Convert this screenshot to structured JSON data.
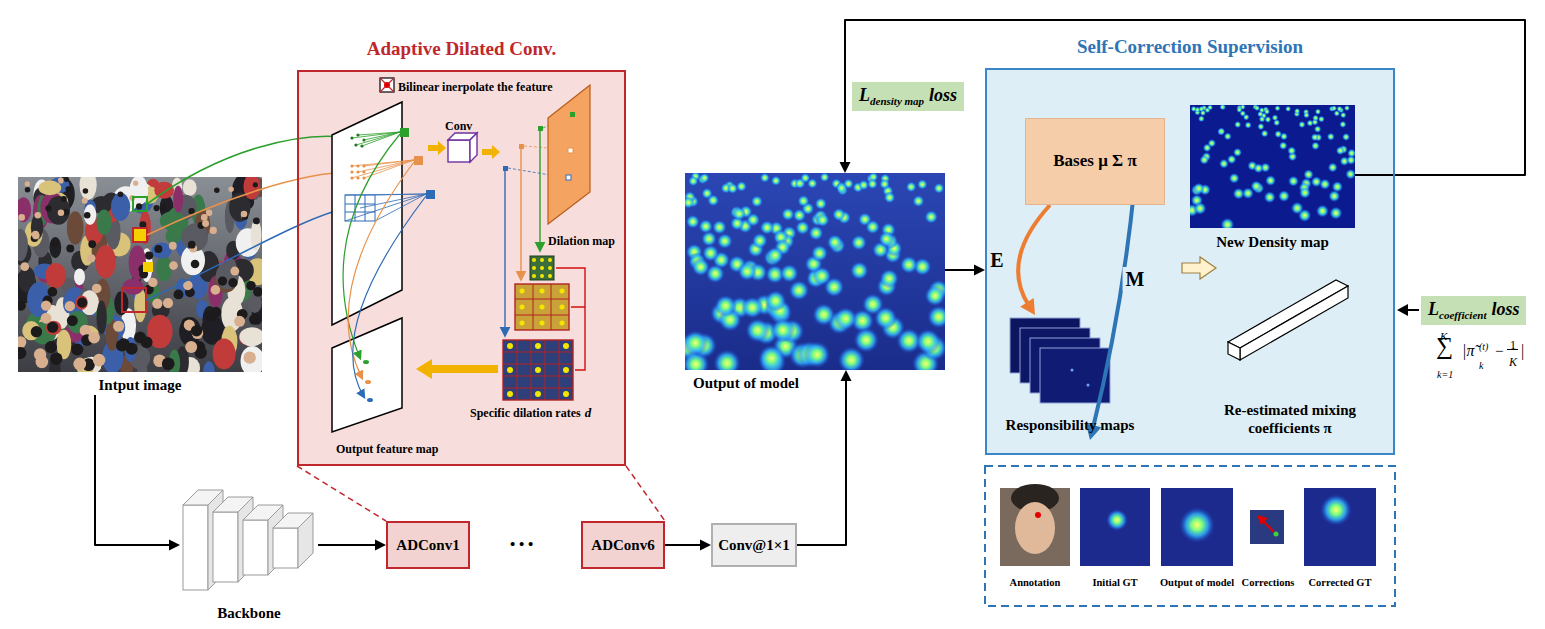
{
  "diagram": {
    "nodes": [
      {
        "text": [
          "Intput image"
        ]
      },
      {
        "text": [
          "Adaptive Dilated Conv."
        ]
      },
      {
        "text": [
          "Backbone"
        ]
      },
      {
        "text": [
          "ADConv1"
        ]
      },
      {
        "text": [
          "ADConv6"
        ]
      },
      {
        "text": [
          "Conv@1×1"
        ]
      },
      {
        "text": [
          "Output of model"
        ]
      },
      {
        "text": [
          "Self-Correction Supervision"
        ]
      },
      {
        "text": [
          "Bases μ Σ π"
        ],
        "in": 7
      },
      {
        "text": [
          "New Density map"
        ],
        "in": 7
      },
      {
        "text": [
          "Responsibility maps"
        ],
        "in": 7
      },
      {
        "text": [
          "Re-estimated mixing coefficients π"
        ],
        "in": 7
      },
      {
        "text": [
          "Annotation"
        ]
      },
      {
        "text": [
          "Initial GT"
        ]
      },
      {
        "text": [
          "Output of model"
        ]
      },
      {
        "text": [
          "Corrections"
        ]
      },
      {
        "text": [
          "Corrected GT"
        ]
      }
    ],
    "edges": [
      {
        "from": 0,
        "to": 2,
        "arrow": "to"
      },
      {
        "from": 2,
        "to": 3,
        "arrow": "to"
      },
      {
        "from": 4,
        "to": 5,
        "arrow": "to"
      },
      {
        "from": 5,
        "to": 6,
        "arrow": "to"
      },
      {
        "from": 6,
        "to": 7,
        "arrow": "to"
      },
      {
        "from": 9,
        "to": 6,
        "arrow": "to"
      },
      {
        "from": 8,
        "to": 10,
        "label": "E",
        "arrow": "to"
      },
      {
        "from": 10,
        "to": 8,
        "label": "M",
        "arrow": "to"
      }
    ],
    "labels": [
      "Bilinear inerpolate the feature",
      "Conv",
      "Dilation map",
      "Specific dilation rates",
      "d",
      "Output feature map",
      "L",
      "density map",
      "loss",
      "L",
      "coefficient",
      "loss",
      "K",
      "∑",
      "k=1",
      "|π̃",
      "(t)",
      "k",
      "−",
      "1",
      "K",
      "|",
      "• • •"
    ]
  }
}
